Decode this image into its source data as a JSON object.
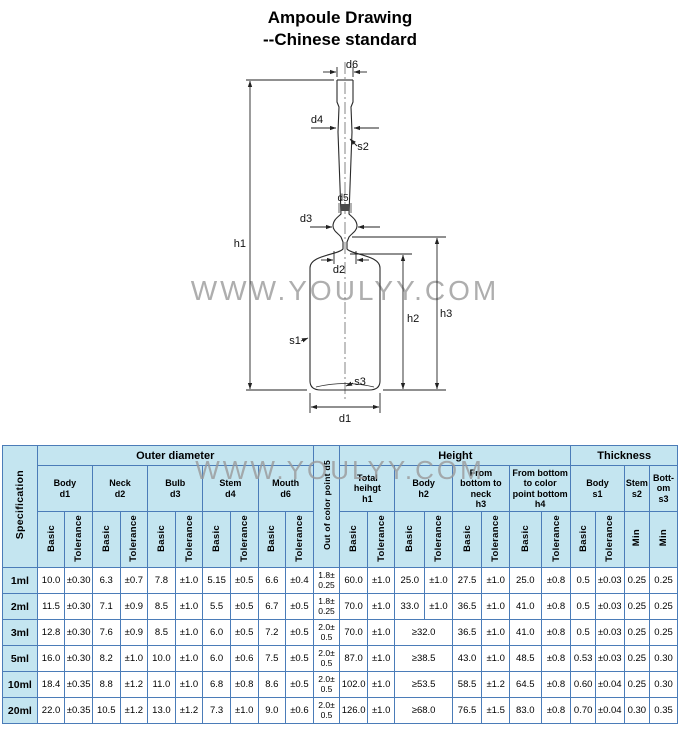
{
  "page_title": {
    "line1": "Ampoule Drawing",
    "line2": "--Chinese standard"
  },
  "watermark": "WWW.YOULYY.COM",
  "drawing": {
    "labels": {
      "d6": "d6",
      "d4": "d4",
      "s2": "s2",
      "d5": "d5",
      "d3": "d3",
      "d2": "d2",
      "h1": "h1",
      "h2": "h2",
      "h3": "h3",
      "s1": "s1",
      "s3": "s3",
      "d1": "d1"
    }
  },
  "table": {
    "spec_header": "Specification",
    "groups": {
      "outer_diameter": "Outer diameter",
      "height": "Height",
      "thickness": "Thickness"
    },
    "d5_header": "Out of color point d5",
    "sub_headers": {
      "d1": "Body\nd1",
      "d2": "Neck\nd2",
      "d3": "Bulb\nd3",
      "d4": "Stem\nd4",
      "d6": "Mouth\nd6",
      "h1": "Total\nheihgt\nh1",
      "h2": "Body\nh2",
      "h3": "From\nbottom to\nneck\nh3",
      "h4": "From bottom\nto color\npoint bottom\nh4",
      "s1": "Body\ns1",
      "s2": "Stem\ns2",
      "s3": "Bott-\nom\ns3"
    },
    "basic": "Basic",
    "tolerance": "Tolerance",
    "min": "Min",
    "rows": [
      {
        "spec": "1ml",
        "cells": [
          "10.0",
          "±0.30",
          "6.3",
          "±0.7",
          "7.8",
          "±1.0",
          "5.15",
          "±0.5",
          "6.6",
          "±0.4",
          "1.8±\n0.25",
          "60.0",
          "±1.0",
          "25.0",
          "±1.0",
          "27.5",
          "±1.0",
          "25.0",
          "±0.8",
          "0.5",
          "±0.03",
          "0.25",
          "0.25"
        ]
      },
      {
        "spec": "2ml",
        "cells": [
          "11.5",
          "±0.30",
          "7.1",
          "±0.9",
          "8.5",
          "±1.0",
          "5.5",
          "±0.5",
          "6.7",
          "±0.5",
          "1.8±\n0.25",
          "70.0",
          "±1.0",
          "33.0",
          "±1.0",
          "36.5",
          "±1.0",
          "41.0",
          "±0.8",
          "0.5",
          "±0.03",
          "0.25",
          "0.25"
        ]
      },
      {
        "spec": "3ml",
        "cells": [
          "12.8",
          "±0.30",
          "7.6",
          "±0.9",
          "8.5",
          "±1.0",
          "6.0",
          "±0.5",
          "7.2",
          "±0.5",
          "2.0±\n0.5",
          "70.0",
          "±1.0",
          "≥32.0",
          "36.5",
          "±1.0",
          "41.0",
          "±0.8",
          "0.5",
          "±0.03",
          "0.25",
          "0.25"
        ]
      },
      {
        "spec": "5ml",
        "cells": [
          "16.0",
          "±0.30",
          "8.2",
          "±1.0",
          "10.0",
          "±1.0",
          "6.0",
          "±0.6",
          "7.5",
          "±0.5",
          "2.0±\n0.5",
          "87.0",
          "±1.0",
          "≥38.5",
          "43.0",
          "±1.0",
          "48.5",
          "±0.8",
          "0.53",
          "±0.03",
          "0.25",
          "0.30"
        ]
      },
      {
        "spec": "10ml",
        "cells": [
          "18.4",
          "±0.35",
          "8.8",
          "±1.2",
          "11.0",
          "±1.0",
          "6.8",
          "±0.8",
          "8.6",
          "±0.5",
          "2.0±\n0.5",
          "102.0",
          "±1.0",
          "≥53.5",
          "58.5",
          "±1.2",
          "64.5",
          "±0.8",
          "0.60",
          "±0.04",
          "0.25",
          "0.30"
        ]
      },
      {
        "spec": "20ml",
        "cells": [
          "22.0",
          "±0.35",
          "10.5",
          "±1.2",
          "13.0",
          "±1.2",
          "7.3",
          "±1.0",
          "9.0",
          "±0.6",
          "2.0±\n0.5",
          "126.0",
          "±1.0",
          "≥68.0",
          "76.5",
          "±1.5",
          "83.0",
          "±0.8",
          "0.70",
          "±0.04",
          "0.30",
          "0.35"
        ]
      }
    ]
  }
}
